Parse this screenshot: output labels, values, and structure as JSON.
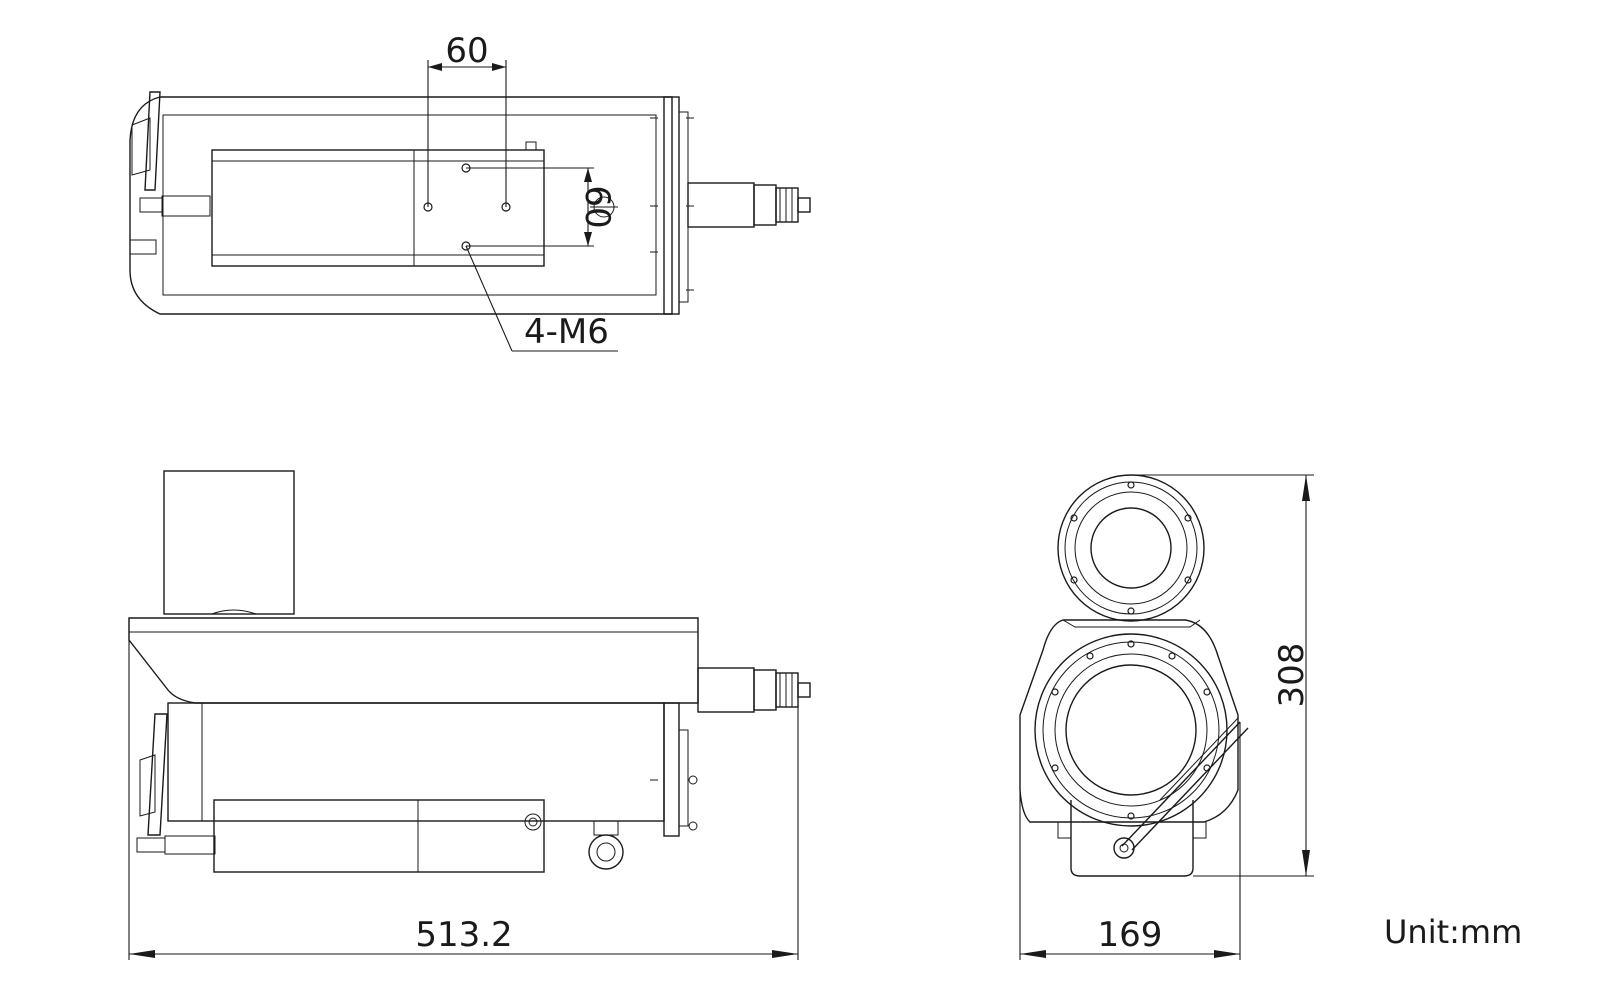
{
  "dimensions": {
    "top_mount_spacing_horizontal": "60",
    "top_mount_spacing_vertical": "60",
    "mount_holes": "4-M6",
    "overall_length": "513.2",
    "overall_width": "169",
    "overall_height": "308"
  },
  "unit_label": "Unit:mm"
}
